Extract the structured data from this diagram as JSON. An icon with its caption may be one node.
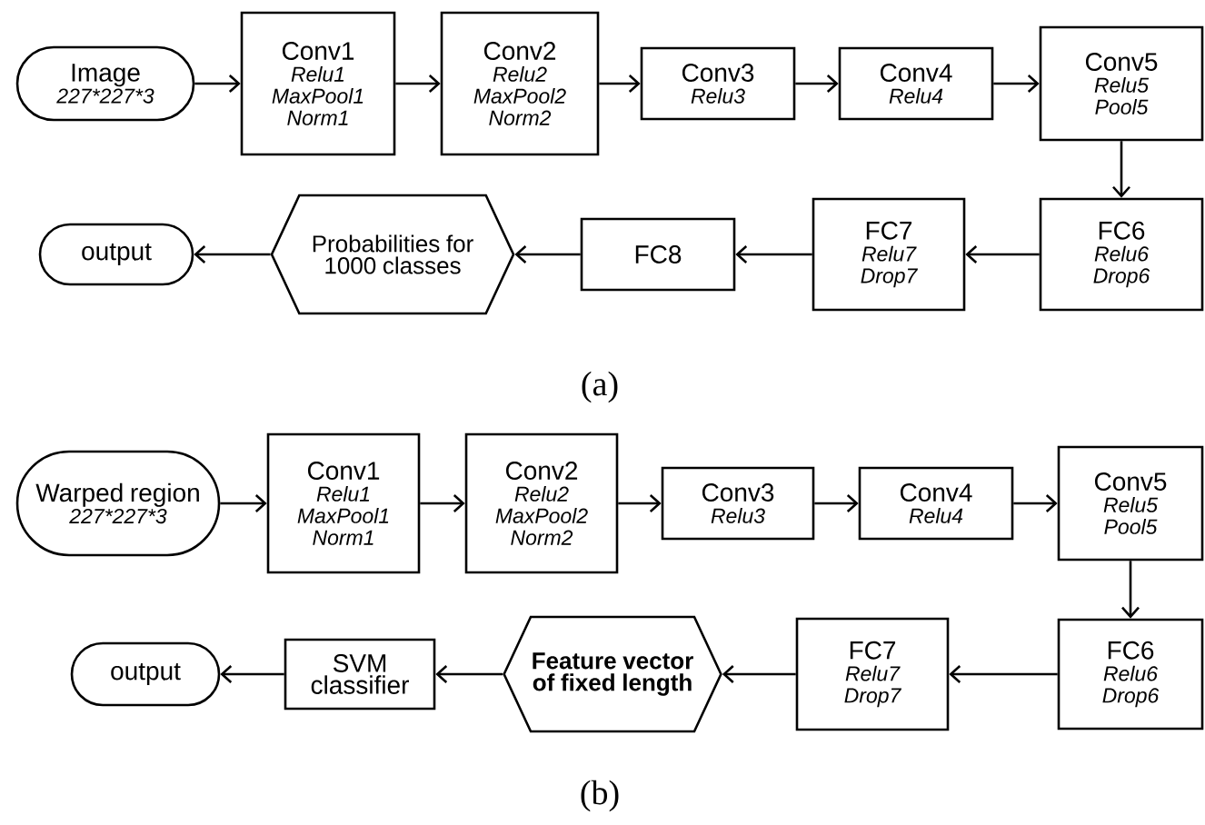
{
  "diagram": {
    "nodes": [
      {
        "text": [
          "Image",
          "227*227*3"
        ]
      },
      {
        "text": [
          "Conv1",
          "Relu1",
          "MaxPool1",
          "Norm1"
        ]
      },
      {
        "text": [
          "Conv2",
          "Relu2",
          "MaxPool2",
          "Norm2"
        ]
      },
      {
        "text": [
          "Conv3",
          "Relu3"
        ]
      },
      {
        "text": [
          "Conv4",
          "Relu4"
        ]
      },
      {
        "text": [
          "Conv5",
          "Relu5",
          "Pool5"
        ]
      },
      {
        "text": [
          "FC6",
          "Relu6",
          "Drop6"
        ]
      },
      {
        "text": [
          "FC7",
          "Relu7",
          "Drop7"
        ]
      },
      {
        "text": [
          "FC8"
        ]
      },
      {
        "text": [
          "Probabilities for 1000 classes"
        ]
      },
      {
        "text": [
          "output"
        ]
      },
      {
        "text": [
          "Warped region",
          "227*227*3"
        ]
      },
      {
        "text": [
          "Conv1",
          "Relu1",
          "MaxPool1",
          "Norm1"
        ]
      },
      {
        "text": [
          "Conv2",
          "Relu2",
          "MaxPool2",
          "Norm2"
        ]
      },
      {
        "text": [
          "Conv3",
          "Relu3"
        ]
      },
      {
        "text": [
          "Conv4",
          "Relu4"
        ]
      },
      {
        "text": [
          "Conv5",
          "Relu5",
          "Pool5"
        ]
      },
      {
        "text": [
          "FC6",
          "Relu6",
          "Drop6"
        ]
      },
      {
        "text": [
          "FC7",
          "Relu7",
          "Drop7"
        ]
      },
      {
        "text": [
          "Feature vector of fixed length"
        ]
      },
      {
        "text": [
          "SVM classifier"
        ]
      },
      {
        "text": [
          "output"
        ]
      }
    ],
    "edges": [
      {
        "from": 0,
        "to": 1,
        "arrow": "to"
      },
      {
        "from": 1,
        "to": 2,
        "arrow": "to"
      },
      {
        "from": 2,
        "to": 3,
        "arrow": "to"
      },
      {
        "from": 3,
        "to": 4,
        "arrow": "to"
      },
      {
        "from": 4,
        "to": 5,
        "arrow": "to"
      },
      {
        "from": 5,
        "to": 6,
        "arrow": "to"
      },
      {
        "from": 6,
        "to": 7,
        "arrow": "to"
      },
      {
        "from": 7,
        "to": 8,
        "arrow": "to"
      },
      {
        "from": 8,
        "to": 9,
        "arrow": "to"
      },
      {
        "from": 9,
        "to": 10,
        "arrow": "to"
      },
      {
        "from": 11,
        "to": 12,
        "arrow": "to"
      },
      {
        "from": 12,
        "to": 13,
        "arrow": "to"
      },
      {
        "from": 13,
        "to": 14,
        "arrow": "to"
      },
      {
        "from": 14,
        "to": 15,
        "arrow": "to"
      },
      {
        "from": 15,
        "to": 16,
        "arrow": "to"
      },
      {
        "from": 16,
        "to": 17,
        "arrow": "to"
      },
      {
        "from": 17,
        "to": 18,
        "arrow": "to"
      },
      {
        "from": 18,
        "to": 19,
        "arrow": "to"
      },
      {
        "from": 19,
        "to": 20,
        "arrow": "to"
      },
      {
        "from": 20,
        "to": 21,
        "arrow": "to"
      }
    ],
    "labels": [
      "(a)",
      "(b)"
    ]
  }
}
